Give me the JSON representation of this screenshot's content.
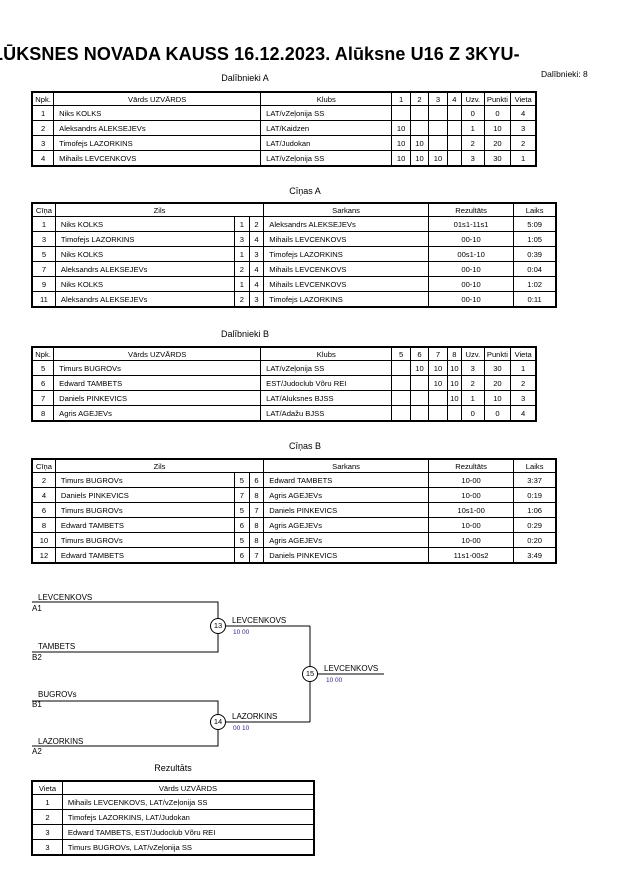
{
  "title": "LŪKSNES NOVADA KAUSS  16.12.2023.  Alūksne   U16 Z 3KYU-",
  "participants_count": "Dalībnieki: 8",
  "pool_a": {
    "caption": "Dalībnieki A",
    "headers": [
      "Npk.",
      "Vārds UZVĀRDS",
      "Klubs",
      "1",
      "2",
      "3",
      "4",
      "Uzv.",
      "Punkti",
      "Vieta"
    ],
    "rows": [
      {
        "npk": "1",
        "name": "Niks KOLKS",
        "club": "LAT/vZeļonija SS",
        "s1": "",
        "s2": "",
        "s3": "",
        "s4": "",
        "wins": "0",
        "points": "0",
        "place": "4"
      },
      {
        "npk": "2",
        "name": "Aleksandrs ALEKSEJEVs",
        "club": "LAT/Kaidzen",
        "s1": "10",
        "s2": "",
        "s3": "",
        "s4": "",
        "wins": "1",
        "points": "10",
        "place": "3"
      },
      {
        "npk": "3",
        "name": "Timofejs LAZORKINS",
        "club": "LAT/Judokan",
        "s1": "10",
        "s2": "10",
        "s3": "",
        "s4": "",
        "wins": "2",
        "points": "20",
        "place": "2"
      },
      {
        "npk": "4",
        "name": "Mihails LEVCENKOVS",
        "club": "LAT/vZeļonija SS",
        "s1": "10",
        "s2": "10",
        "s3": "10",
        "s4": "",
        "wins": "3",
        "points": "30",
        "place": "1"
      }
    ]
  },
  "bouts_a": {
    "caption": "Cīņas A",
    "headers": [
      "Cīņa",
      "Zils",
      "Sarkans",
      "Rezultāts",
      "Laiks"
    ],
    "rows": [
      {
        "no": "1",
        "blue": "Niks KOLKS",
        "bn": "1",
        "rn": "2",
        "red": "Aleksandrs ALEKSEJEVs",
        "result": "01s1-11s1",
        "time": "5:09"
      },
      {
        "no": "3",
        "blue": "Timofejs LAZORKINS",
        "bn": "3",
        "rn": "4",
        "red": "Mihails LEVCENKOVS",
        "result": "00-10",
        "time": "1:05"
      },
      {
        "no": "5",
        "blue": "Niks KOLKS",
        "bn": "1",
        "rn": "3",
        "red": "Timofejs LAZORKINS",
        "result": "00s1-10",
        "time": "0:39"
      },
      {
        "no": "7",
        "blue": "Aleksandrs ALEKSEJEVs",
        "bn": "2",
        "rn": "4",
        "red": "Mihails LEVCENKOVS",
        "result": "00-10",
        "time": "0:04"
      },
      {
        "no": "9",
        "blue": "Niks KOLKS",
        "bn": "1",
        "rn": "4",
        "red": "Mihails LEVCENKOVS",
        "result": "00-10",
        "time": "1:02"
      },
      {
        "no": "11",
        "blue": "Aleksandrs ALEKSEJEVs",
        "bn": "2",
        "rn": "3",
        "red": "Timofejs LAZORKINS",
        "result": "00-10",
        "time": "0:11"
      }
    ]
  },
  "pool_b": {
    "caption": "Dalībnieki B",
    "headers": [
      "Npk.",
      "Vārds UZVĀRDS",
      "Klubs",
      "5",
      "6",
      "7",
      "8",
      "Uzv.",
      "Punkti",
      "Vieta"
    ],
    "rows": [
      {
        "npk": "5",
        "name": "Timurs BUGROVs",
        "club": "LAT/vZeļonija SS",
        "s1": "",
        "s2": "10",
        "s3": "10",
        "s4": "10",
        "wins": "3",
        "points": "30",
        "place": "1"
      },
      {
        "npk": "6",
        "name": "Edward TAMBETS",
        "club": "EST/Judoclub Võru REI",
        "s1": "",
        "s2": "",
        "s3": "10",
        "s4": "10",
        "wins": "2",
        "points": "20",
        "place": "2"
      },
      {
        "npk": "7",
        "name": "Daniels PINKEVICS",
        "club": "LAT/Aluksnes BJSS",
        "s1": "",
        "s2": "",
        "s3": "",
        "s4": "10",
        "wins": "1",
        "points": "10",
        "place": "3"
      },
      {
        "npk": "8",
        "name": "Agris AGEJEVs",
        "club": "LAT/Adažu BJSS",
        "s1": "",
        "s2": "",
        "s3": "",
        "s4": "",
        "wins": "0",
        "points": "0",
        "place": "4"
      }
    ]
  },
  "bouts_b": {
    "caption": "Cīņas B",
    "headers": [
      "Cīņa",
      "Zils",
      "Sarkans",
      "Rezultāts",
      "Laiks"
    ],
    "rows": [
      {
        "no": "2",
        "blue": "Timurs BUGROVs",
        "bn": "5",
        "rn": "6",
        "red": "Edward TAMBETS",
        "result": "10-00",
        "time": "3:37"
      },
      {
        "no": "4",
        "blue": "Daniels PINKEVICS",
        "bn": "7",
        "rn": "8",
        "red": "Agris AGEJEVs",
        "result": "10-00",
        "time": "0:19"
      },
      {
        "no": "6",
        "blue": "Timurs BUGROVs",
        "bn": "5",
        "rn": "7",
        "red": "Daniels PINKEVICS",
        "result": "10s1-00",
        "time": "1:06"
      },
      {
        "no": "8",
        "blue": "Edward TAMBETS",
        "bn": "6",
        "rn": "8",
        "red": "Agris AGEJEVs",
        "result": "10-00",
        "time": "0:29"
      },
      {
        "no": "10",
        "blue": "Timurs BUGROVs",
        "bn": "5",
        "rn": "8",
        "red": "Agris AGEJEVs",
        "result": "10-00",
        "time": "0:20"
      },
      {
        "no": "12",
        "blue": "Edward TAMBETS",
        "bn": "6",
        "rn": "7",
        "red": "Daniels PINKEVICS",
        "result": "11s1-00s2",
        "time": "3:49"
      }
    ]
  },
  "bracket": {
    "sf1": {
      "top_name": "LEVCENKOVS",
      "top_seed": "A1",
      "bottom_name": "TAMBETS",
      "bottom_seed": "B2",
      "match": "13",
      "winner": "LEVCENKOVS",
      "score": "10  00"
    },
    "sf2": {
      "top_name": "BUGROVs",
      "top_seed": "B1",
      "bottom_name": "LAZORKINS",
      "bottom_seed": "A2",
      "match": "14",
      "winner": "LAZORKINS",
      "score": "00  10"
    },
    "final": {
      "match": "15",
      "winner": "LEVCENKOVS",
      "score": "10  00"
    }
  },
  "results": {
    "caption": "Rezultāts",
    "headers": [
      "Vieta",
      "Vārds UZVĀRDS"
    ],
    "rows": [
      {
        "place": "1",
        "name": "Mihails LEVCENKOVS, LAT/vZeļonija SS"
      },
      {
        "place": "2",
        "name": "Timofejs LAZORKINS, LAT/Judokan"
      },
      {
        "place": "3",
        "name": "Edward TAMBETS, EST/Judoclub Võru REI"
      },
      {
        "place": "3",
        "name": "Timurs BUGROVs, LAT/vZeļonija SS"
      }
    ]
  }
}
